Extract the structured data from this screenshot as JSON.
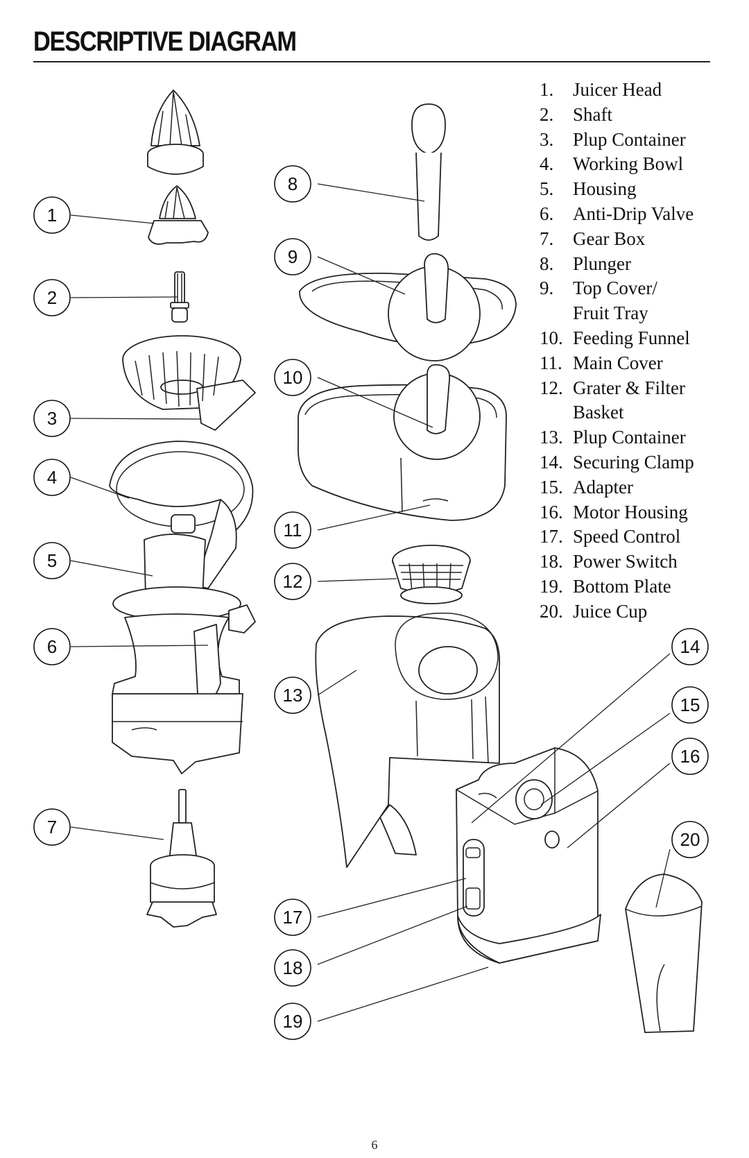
{
  "page": {
    "title": "DESCRIPTIVE DIAGRAM",
    "page_number": "6"
  },
  "legend": [
    {
      "num": "1.",
      "label": "Juicer Head"
    },
    {
      "num": "2.",
      "label": "Shaft"
    },
    {
      "num": "3.",
      "label": "Plup Container"
    },
    {
      "num": "4.",
      "label": "Working Bowl"
    },
    {
      "num": "5.",
      "label": "Housing"
    },
    {
      "num": "6.",
      "label": "Anti-Drip Valve"
    },
    {
      "num": "7.",
      "label": "Gear Box"
    },
    {
      "num": "8.",
      "label": "Plunger"
    },
    {
      "num": "9.",
      "label": "Top Cover/\nFruit Tray"
    },
    {
      "num": "10.",
      "label": "Feeding Funnel"
    },
    {
      "num": "11.",
      "label": "Main Cover"
    },
    {
      "num": "12.",
      "label": "Grater & Filter\nBasket"
    },
    {
      "num": "13.",
      "label": "Plup Container"
    },
    {
      "num": "14.",
      "label": "Securing Clamp"
    },
    {
      "num": "15.",
      "label": "Adapter"
    },
    {
      "num": "16.",
      "label": "Motor Housing"
    },
    {
      "num": "17.",
      "label": "Speed Control"
    },
    {
      "num": "18.",
      "label": "Power Switch"
    },
    {
      "num": "19.",
      "label": "Bottom Plate"
    },
    {
      "num": "20.",
      "label": "Juice Cup"
    }
  ],
  "callouts": [
    "1",
    "2",
    "3",
    "4",
    "5",
    "6",
    "7",
    "8",
    "9",
    "10",
    "11",
    "12",
    "13",
    "14",
    "15",
    "16",
    "17",
    "18",
    "19",
    "20"
  ]
}
